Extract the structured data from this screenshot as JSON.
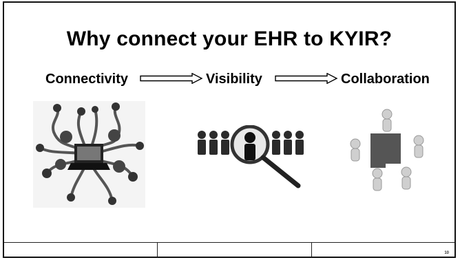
{
  "slide": {
    "title": "Why connect your EHR to KYIR?",
    "flow": [
      "Connectivity",
      "Visibility",
      "Collaboration"
    ],
    "page_number": "10"
  },
  "images": [
    {
      "name": "network-icons-image"
    },
    {
      "name": "magnifier-people-image"
    },
    {
      "name": "puzzle-team-image"
    }
  ]
}
